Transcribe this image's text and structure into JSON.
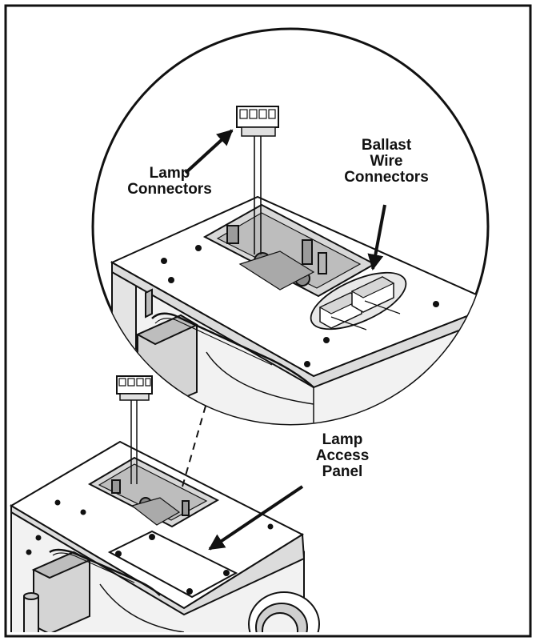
{
  "labels": {
    "lamp_connectors": [
      "Lamp",
      "Connectors"
    ],
    "ballast_wire_connectors": [
      "Ballast",
      "Wire",
      "Connectors"
    ],
    "lamp_access_panel": [
      "Lamp",
      "Access",
      "Panel"
    ]
  },
  "colors": {
    "line": "#111111",
    "background": "#ffffff",
    "shade_light": "#e6e6e6",
    "shade_mid": "#cfcfcf",
    "shade_dark": "#8f8f8f"
  }
}
